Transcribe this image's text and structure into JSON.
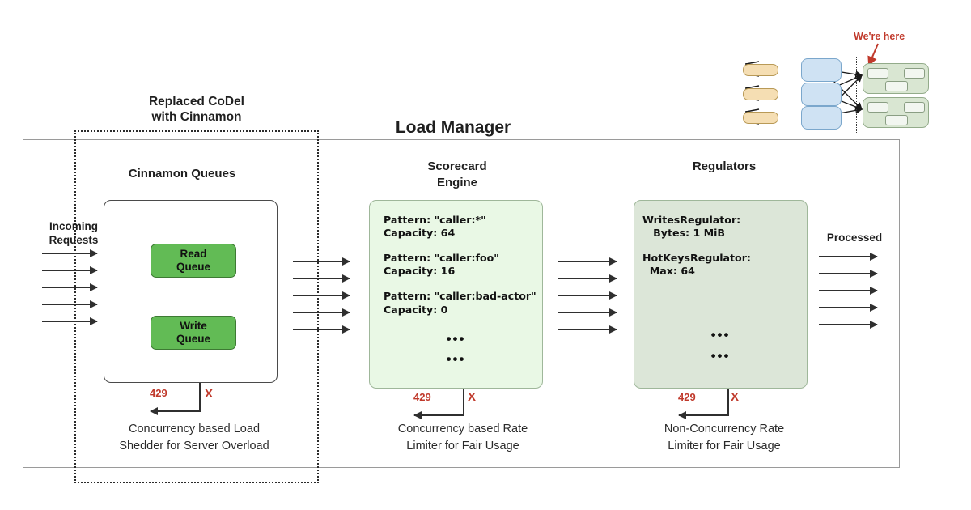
{
  "diagram": {
    "title": "Load Manager",
    "replaced_note": "Replaced CoDel\nwith Cinnamon",
    "were_here_label": "We're here",
    "io": {
      "incoming_label": "Incoming\nRequests",
      "processed_label": "Processed",
      "incoming_arrow_count": 5,
      "stage_arrow_count": 5
    },
    "columns": [
      {
        "id": "cinnamon-queues",
        "title": "Cinnamon Queues",
        "chips": [
          {
            "label": "Read\nQueue"
          },
          {
            "label": "Write\nQueue"
          }
        ],
        "reject_code": "429",
        "reject_mark": "X",
        "caption": "Concurrency based Load\nShedder for Server Overload"
      },
      {
        "id": "scorecard-engine",
        "title": "Scorecard\nEngine",
        "entries": [
          "Pattern: \"caller:*\"\nCapacity: 64",
          "Pattern: \"caller:foo\"\nCapacity: 16",
          "Pattern: \"caller:bad-actor\"\nCapacity: 0"
        ],
        "ellipsis": [
          "•••",
          "•••"
        ],
        "reject_code": "429",
        "reject_mark": "X",
        "caption": "Concurrency based Rate\nLimiter for Fair Usage"
      },
      {
        "id": "regulators",
        "title": "Regulators",
        "entries": [
          "WritesRegulator:\n   Bytes: 1 MiB",
          "HotKeysRegulator:\n  Max: 64"
        ],
        "ellipsis": [
          "•••",
          "•••"
        ],
        "reject_code": "429",
        "reject_mark": "X",
        "caption": "Non-Concurrency Rate\nLimiter for Fair Usage"
      }
    ],
    "colors": {
      "queue_chip_green": "#62bb55",
      "scorecard_green": "#e9f8e5",
      "regulators_green": "#dce6d8",
      "reject_red": "#c0392b",
      "mini_pill_tan": "#f5deb3",
      "mini_blue": "#cfe2f3",
      "mini_cluster_green": "#d9e6d2",
      "frame_gray": "#9a9a9a"
    }
  }
}
